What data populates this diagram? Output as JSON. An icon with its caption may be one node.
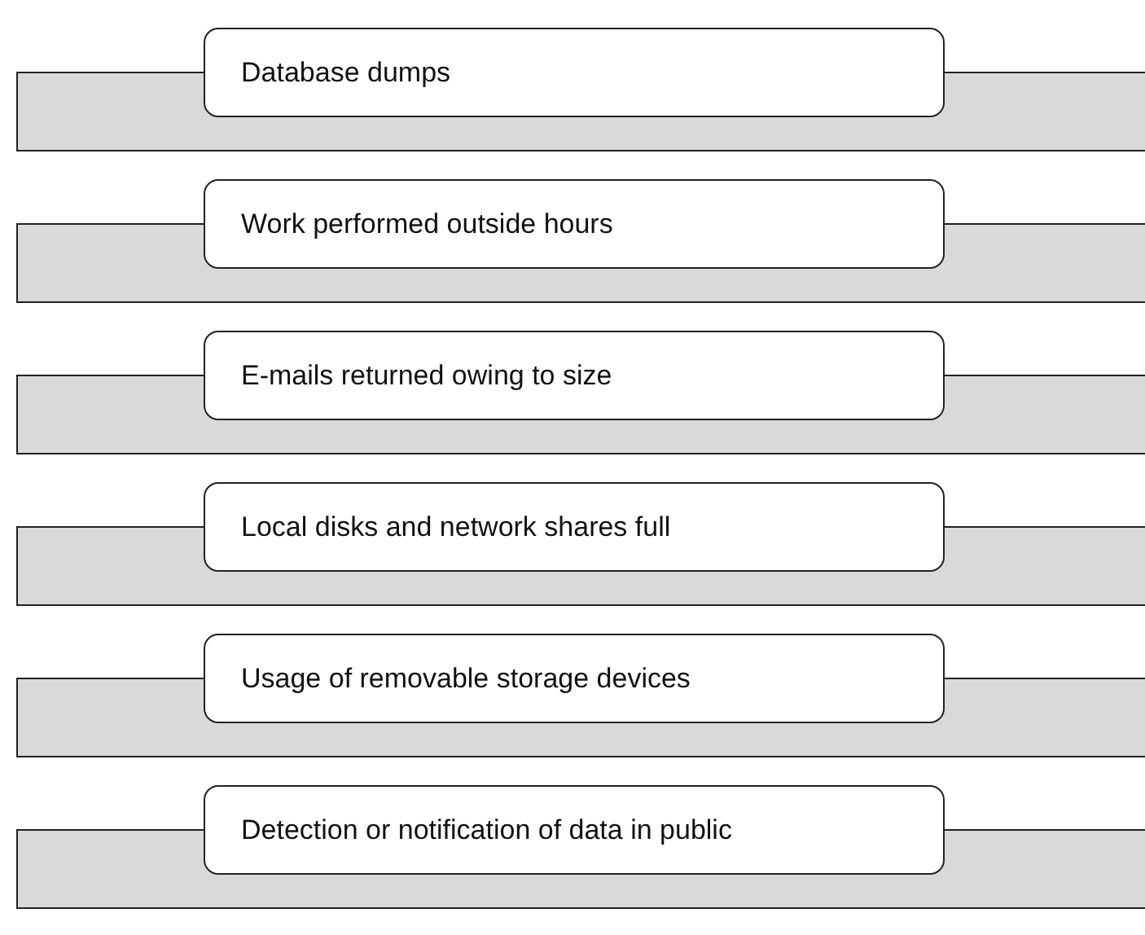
{
  "diagram": {
    "nodes": [
      {
        "text": [
          "Database dumps"
        ]
      },
      {
        "text": [
          "Work performed outside hours"
        ]
      },
      {
        "text": [
          "E-mails returned owing to size"
        ]
      },
      {
        "text": [
          "Local disks and network shares full"
        ]
      },
      {
        "text": [
          "Usage of removable storage devices"
        ]
      },
      {
        "text": [
          "Detection or notification of data in public"
        ]
      }
    ]
  }
}
